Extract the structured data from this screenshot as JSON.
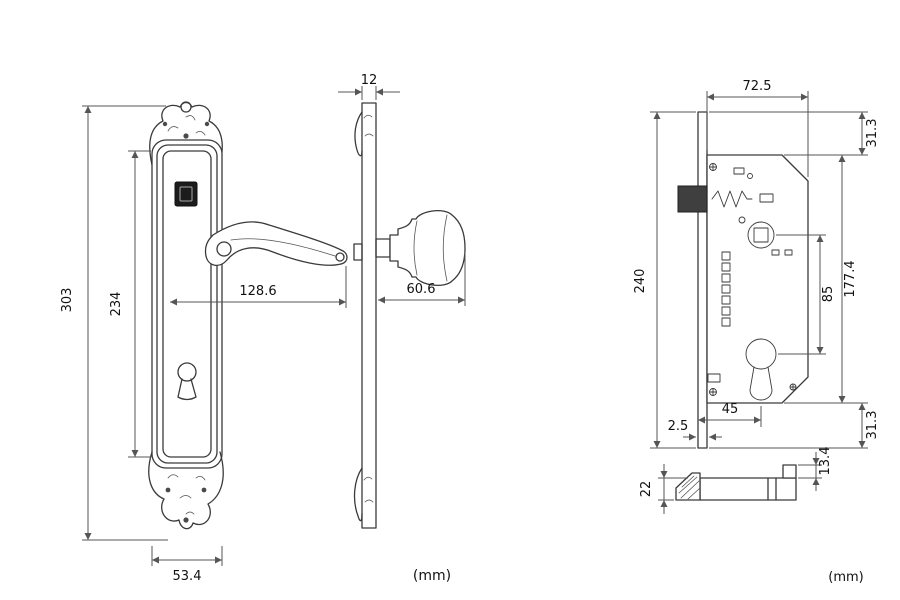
{
  "drawing": {
    "front_view": {
      "overall_height": "303",
      "plate_inner_height": "234",
      "handle_length": "128.6",
      "plate_width": "53.4"
    },
    "side_view": {
      "plate_thickness": "12",
      "handle_projection": "60.6",
      "units": "(mm)"
    },
    "lock_body": {
      "body_width": "72.5",
      "top_offset": "31.3",
      "overall_height": "240",
      "case_height": "177.4",
      "center_distance": "85",
      "backset": "45",
      "faceplate_thickness": "2.5",
      "bottom_offset": "31.3"
    },
    "latch_piece": {
      "head_height": "13.4",
      "bar_height": "22",
      "units": "(mm)"
    }
  }
}
